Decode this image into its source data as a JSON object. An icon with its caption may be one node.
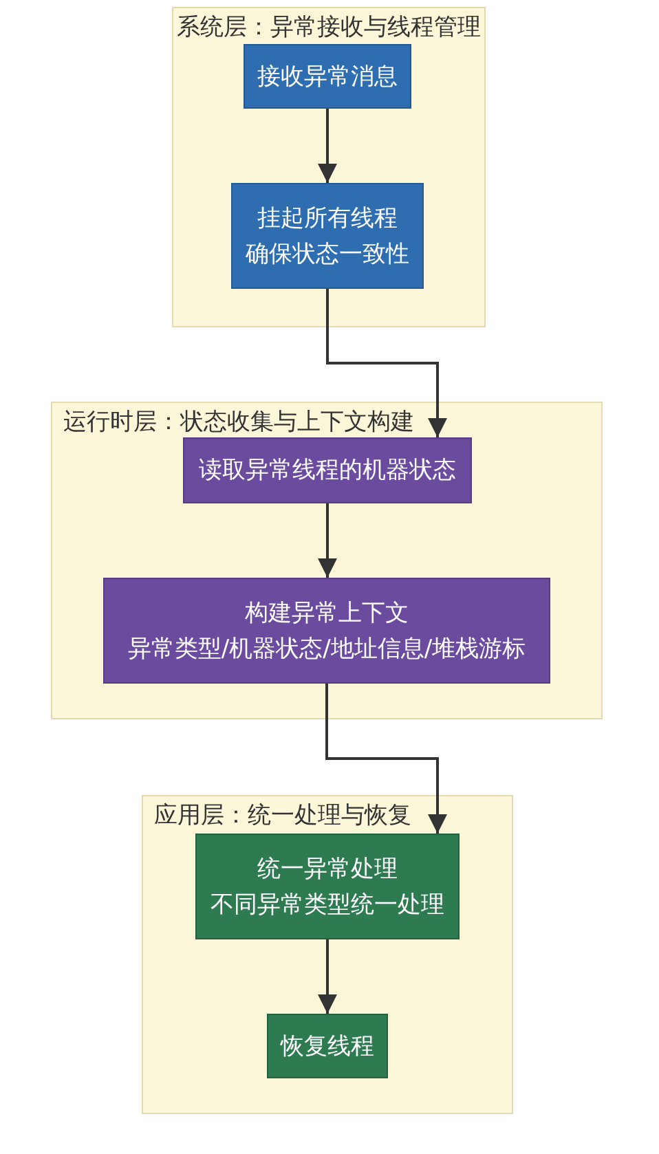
{
  "diagram": {
    "nodes": [
      {
        "text": [
          "系统层：异常接收与线程管理"
        ]
      },
      {
        "text": [
          "接收异常消息"
        ],
        "in": 0
      },
      {
        "text": [
          "挂起所有线程",
          "确保状态一致性"
        ],
        "in": 0
      },
      {
        "text": [
          "运行时层：状态收集与上下文构建"
        ]
      },
      {
        "text": [
          "读取异常线程的机器状态"
        ],
        "in": 3
      },
      {
        "text": [
          "构建异常上下文",
          "异常类型/机器状态/地址信息/堆栈游标"
        ],
        "in": 3
      },
      {
        "text": [
          "应用层：统一处理与恢复"
        ]
      },
      {
        "text": [
          "统一异常处理",
          "不同异常类型统一处理"
        ],
        "in": 6
      },
      {
        "text": [
          "恢复线程"
        ],
        "in": 6
      }
    ],
    "edges": [
      {
        "from": 1,
        "to": 2,
        "arrow": "to"
      },
      {
        "from": 2,
        "to": 4,
        "arrow": "to"
      },
      {
        "from": 4,
        "to": 5,
        "arrow": "to"
      },
      {
        "from": 5,
        "to": 7,
        "arrow": "to"
      },
      {
        "from": 7,
        "to": 8,
        "arrow": "to"
      }
    ]
  }
}
